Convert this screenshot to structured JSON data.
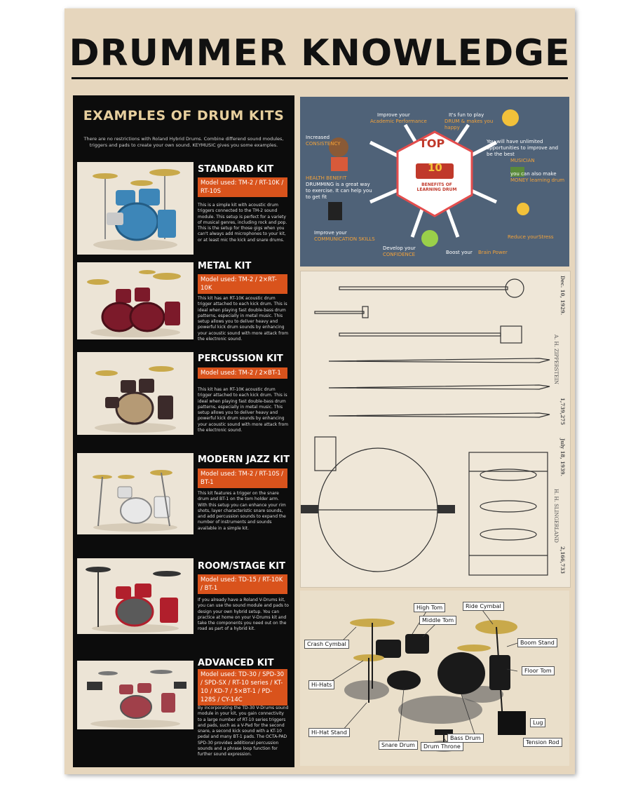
{
  "title": "DRUMMER KNOWLEDGE",
  "examples": {
    "heading": "EXAMPLES OF DRUM KITS",
    "intro": "There are no restrictions with Roland Hybrid Drums. Combine differend sound modules, triggers and pads to create your own sound. KEYMUSIC gives you some examples.",
    "kits": [
      {
        "name": "STANDARD KIT",
        "model": "Model used: TM-2 / RT-10K / RT-10S",
        "desc": "This is a simple kit with acoustic drum triggers connected to the TM-2 sound module. This setup is perfect for a variety of musical genres, including rock and pop. This is the setup for those gigs when you can't always add microphones to your kit, or at least mic the kick and snare drums."
      },
      {
        "name": "METAL KIT",
        "model": "Model used: TM-2 / 2×RT-10K",
        "desc": "This kit has an RT-10K acoustic drum trigger attached to each kick drum. This is ideal when playing fast double-bass drum patterns, especially in metal music. This setup allows you to deliver heavy and powerful kick drum sounds by enhancing your acoustic sound with more attack from the electronic sound."
      },
      {
        "name": "PERCUSSION KIT",
        "model": "Model used: TM-2 / 2×BT-1",
        "desc": "This kit has an RT-10K acoustic drum trigger attached to each kick drum. This is ideal when playing fast double-bass drum patterns, especially in metal music. This setup allows you to deliver heavy and powerful kick drum sounds by enhancing your acoustic sound with more attack from the electronic sound."
      },
      {
        "name": "MODERN JAZZ KIT",
        "model": "Model used: TM-2 / RT-10S / BT-1",
        "desc": "This kit features a trigger on the snare drum and BT-1 on the tom holder arm. With this setup you can enhance your rim shots, layer characteristic snare sounds, and add percussion sounds to expand the number of instruments and sounds available in a simple kit."
      },
      {
        "name": "ROOM/STAGE KIT",
        "model": "Model used: TD-15 / RT-10K / BT-1",
        "desc": "If you already have a Roland V-Drums kit, you can use the sound module and pads to design your own hybrid setup. You can practice at home on your V-Drums kit and take the components you need out on the road as part of a hybrid kit."
      },
      {
        "name": "ADVANCED KIT",
        "model": "Model used: TD-30 / SPD-30 / SPD-SX / RT-10 series / KT-10 / KD-7 / 5×BT-1 / PD-128S / CY-14C",
        "desc": "By incorporating the TD-30 V-Drums sound module in your kit, you gain connectivity to a large number of RT-10 series triggers and pads, such as a V-Pad for the second snare, a second kick sound with a KT-10 pedal and many BT-1 pads. The OCTA-PAD SPD-30 provides additional percussion sounds and a phrase loop function for further sound expression."
      }
    ]
  },
  "benefits": {
    "top": "TOP",
    "number": "10",
    "caption": "BENEFITS OF LEARNING DRUM",
    "items": [
      {
        "label": "Improve your",
        "highlight": "Academic Performance"
      },
      {
        "label": "It's fun to play",
        "highlight": "DRUM & makes you happy"
      },
      {
        "label": "Increased",
        "highlight": "CONSISTENCY"
      },
      {
        "label": "You will have unlimited opportunities to improve and be the best",
        "highlight": "MUSICIAN"
      },
      {
        "label": "HEALTH BENEFIT",
        "highlight": "DRUMMING is a great way to exercise. It can help you to get fit"
      },
      {
        "label": "you can also make",
        "highlight": "MONEY learning drum"
      },
      {
        "label": "Improve your",
        "highlight": "COMMUNICATION SKILLS"
      },
      {
        "label": "Reduce your",
        "highlight": "Stress"
      },
      {
        "label": "Develop your",
        "highlight": "CONFIDENCE"
      },
      {
        "label": "Boost your",
        "highlight": "Brain Power"
      }
    ]
  },
  "patent": {
    "date1": "Dec. 10, 1929.",
    "name1": "A. H. ZIPPERSTEIN",
    "number1": "1,739,275",
    "date2": "July 18, 1939.",
    "name2": "H. H. SLINGERLAND",
    "number2": "2,166,733"
  },
  "anatomy": {
    "labels": {
      "high_tom": "High Tom",
      "ride_cymbal": "Ride Cymbal",
      "middle_tom": "Middle Tom",
      "crash_cymbal": "Crash Cymbal",
      "boom_stand": "Boom Stand",
      "floor_tom": "Floor Tom",
      "hi_hats": "Hi-Hats",
      "lug": "Lug",
      "hi_hat_stand": "Hi-Hat Stand",
      "bass_drum": "Bass Drum",
      "tension_rod": "Tension Rod",
      "snare_drum": "Snare Drum",
      "drum_throne": "Drum Throne"
    }
  },
  "colors": {
    "paper": "#e6d6bd",
    "panel": "#0c0c0c",
    "accent": "#d9531c",
    "heading_gold": "#e7cf9e",
    "infographic_bg": "#4f6278",
    "highlight": "#f2a23a"
  }
}
